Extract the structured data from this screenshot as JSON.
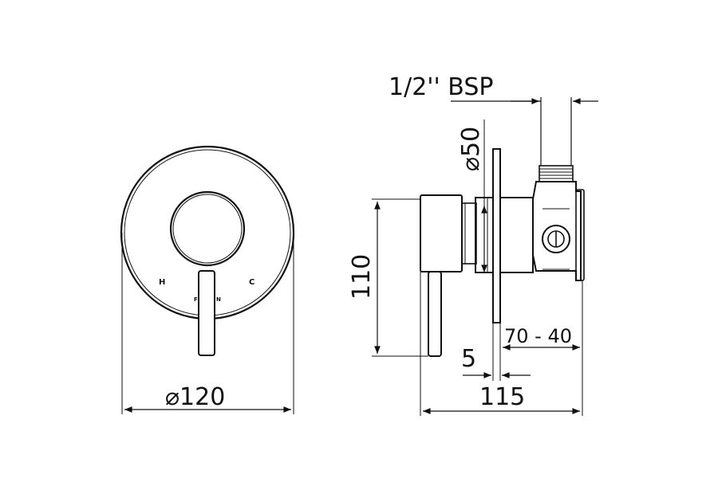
{
  "front_view": {
    "hot_label": "H",
    "cold_label": "C",
    "marker_label_left": "F",
    "marker_label_right": "N",
    "diameter_label": "⌀120"
  },
  "side_view": {
    "thread_label": "1/2'' BSP",
    "spindle_diameter_label": "⌀50",
    "height_label": "110",
    "adjust_label": "70 - 40",
    "plate_label": "5",
    "depth_label": "115"
  }
}
